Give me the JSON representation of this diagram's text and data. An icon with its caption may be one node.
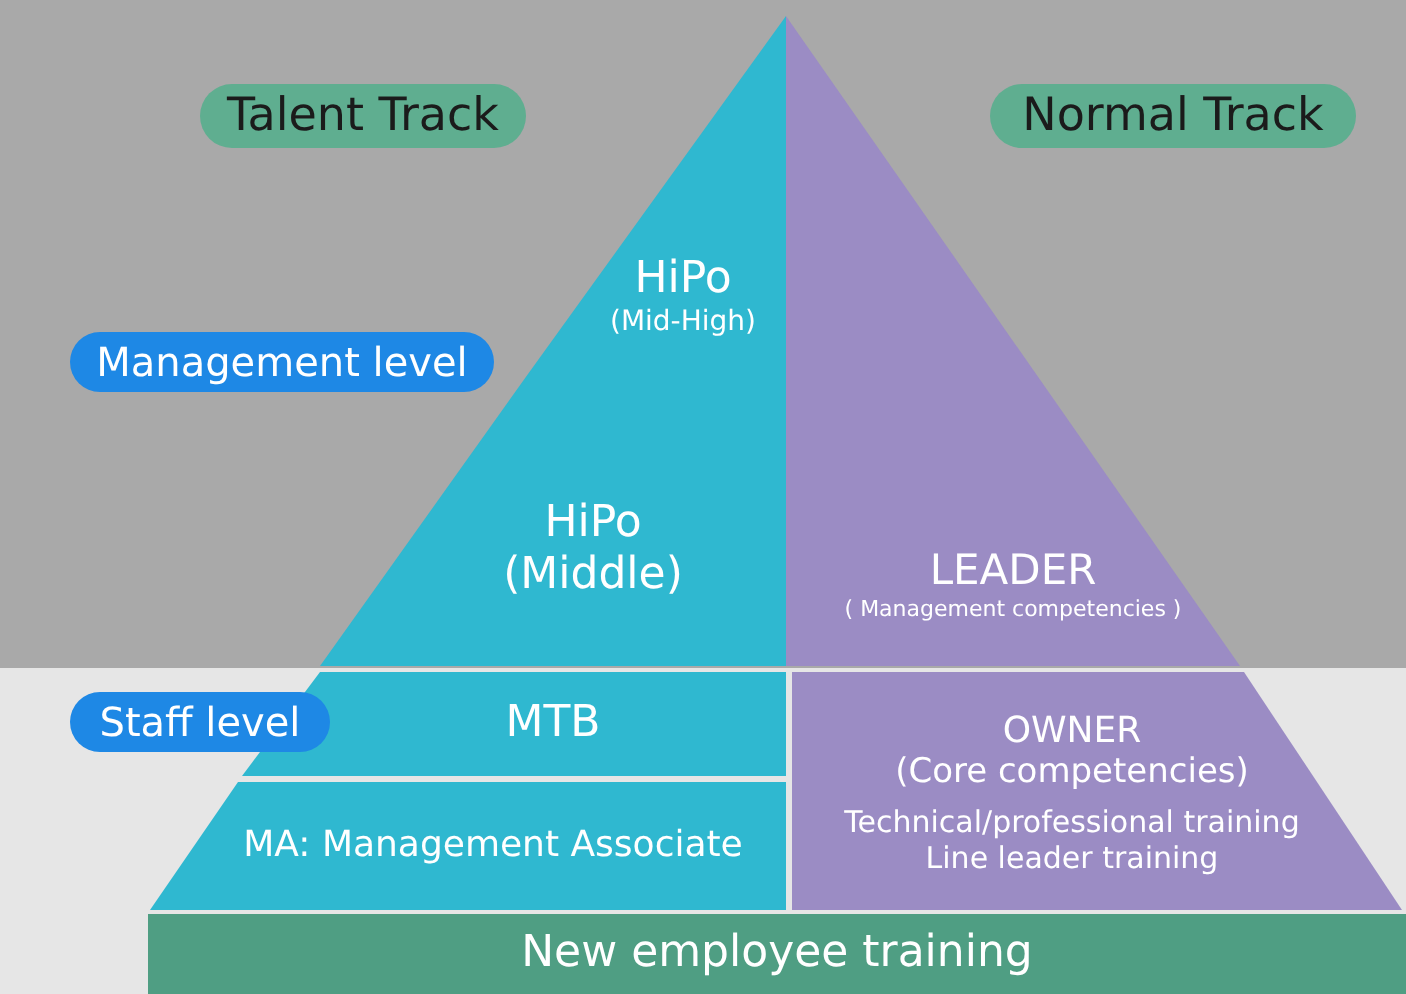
{
  "diagram": {
    "nodes": [
      {
        "text": [
          "Talent Track"
        ]
      },
      {
        "text": [
          "Normal Track"
        ]
      },
      {
        "text": [
          "HiPo",
          "(Mid-High)"
        ]
      },
      {
        "text": [
          "Management level"
        ]
      },
      {
        "text": [
          "HiPo",
          "(Middle)"
        ]
      },
      {
        "text": [
          "LEADER",
          "( Management competencies )"
        ]
      },
      {
        "text": [
          "Staff level"
        ]
      },
      {
        "text": [
          "MTB"
        ]
      },
      {
        "text": [
          "OWNER",
          "(Core competencies)",
          "Technical/professional training Line leader training"
        ]
      },
      {
        "text": [
          "MA: Management Associate"
        ]
      },
      {
        "text": [
          "New employee training"
        ]
      }
    ],
    "edges": []
  }
}
